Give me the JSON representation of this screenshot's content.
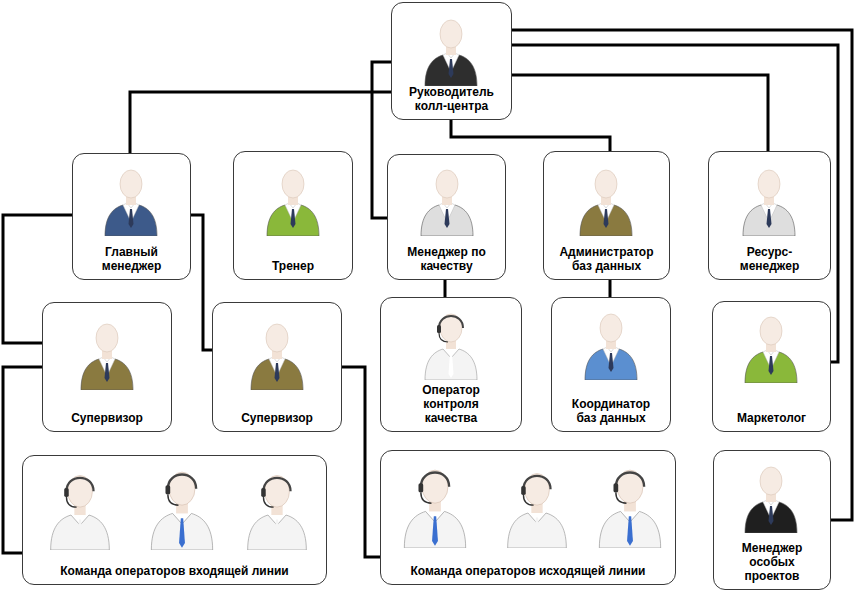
{
  "diagram": {
    "nodes": [
      {
        "text": [
          "Руководитель колл-центра"
        ]
      },
      {
        "text": [
          "Главный менеджер"
        ]
      },
      {
        "text": [
          "Тренер"
        ]
      },
      {
        "text": [
          "Менеджер по качеству"
        ]
      },
      {
        "text": [
          "Администратор баз данных"
        ]
      },
      {
        "text": [
          "Ресурс-менеджер"
        ]
      },
      {
        "text": [
          "Супервизор"
        ]
      },
      {
        "text": [
          "Супервизор"
        ]
      },
      {
        "text": [
          "Оператор контроля качества"
        ]
      },
      {
        "text": [
          "Координатор баз данных"
        ]
      },
      {
        "text": [
          "Маркетолог"
        ]
      },
      {
        "text": [
          "Команда операторов входящей линии"
        ]
      },
      {
        "text": [
          "Команда операторов исходящей линии"
        ]
      },
      {
        "text": [
          "Менеджер особых проектов"
        ]
      }
    ],
    "edges": [
      {
        "from": 0,
        "to": 1,
        "arrow": "none"
      },
      {
        "from": 0,
        "to": 3,
        "arrow": "none"
      },
      {
        "from": 0,
        "to": 4,
        "arrow": "none"
      },
      {
        "from": 0,
        "to": 5,
        "arrow": "none"
      },
      {
        "from": 0,
        "to": 10,
        "arrow": "none"
      },
      {
        "from": 0,
        "to": 13,
        "arrow": "none"
      },
      {
        "from": 1,
        "to": 6,
        "arrow": "none"
      },
      {
        "from": 1,
        "to": 7,
        "arrow": "none"
      },
      {
        "from": 3,
        "to": 8,
        "arrow": "none"
      },
      {
        "from": 4,
        "to": 9,
        "arrow": "none"
      },
      {
        "from": 6,
        "to": 11,
        "arrow": "none"
      },
      {
        "from": 7,
        "to": 12,
        "arrow": "none"
      }
    ]
  }
}
